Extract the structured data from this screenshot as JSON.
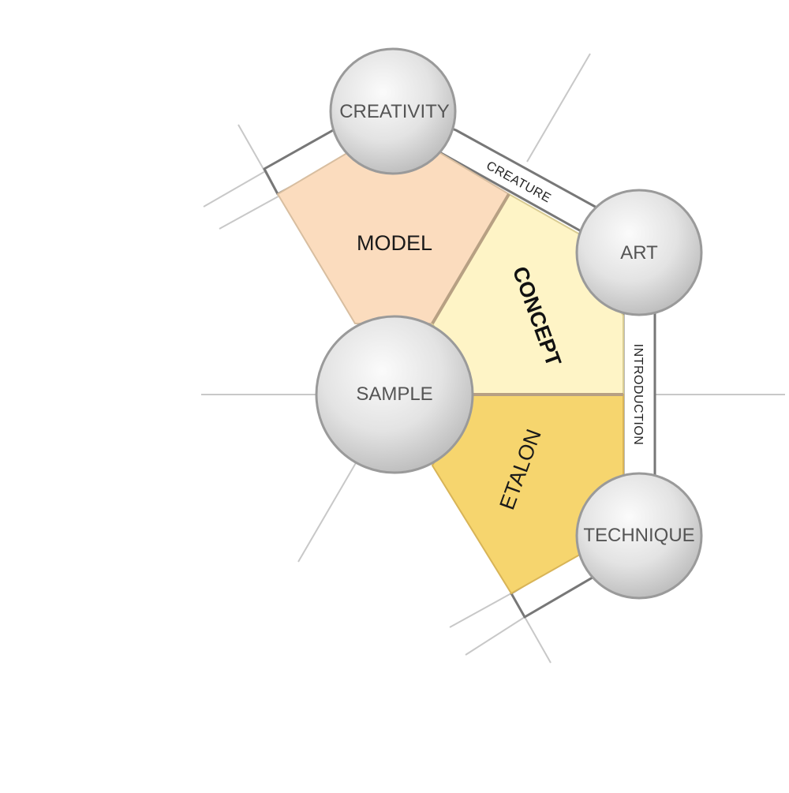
{
  "regions": {
    "model": {
      "label": "MODEL",
      "color": "#fbdcbe"
    },
    "concept": {
      "label": "CONCEPT",
      "color": "#fef4c6"
    },
    "etalon": {
      "label": "ETALON",
      "color": "#f6d56e"
    }
  },
  "nodes": {
    "creativity": "CREATIVITY",
    "art": "ART",
    "sample": "SAMPLE",
    "technique": "TECHNIQUE"
  },
  "connectors": {
    "creature": "CREATURE",
    "introduction": "INTRODUCTION"
  },
  "colors": {
    "border": "#777777",
    "node_fill": "#e2e2e2",
    "node_stroke": "#9a9a9a",
    "divider": "#b7a083",
    "guide_line": "#c8c8c8"
  }
}
